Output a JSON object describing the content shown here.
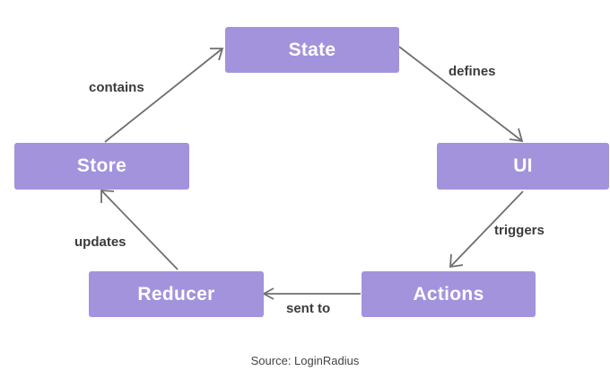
{
  "diagram": {
    "nodes": {
      "state": "State",
      "ui": "UI",
      "actions": "Actions",
      "reducer": "Reducer",
      "store": "Store"
    },
    "edges": {
      "state_to_ui": "defines",
      "ui_to_actions": "triggers",
      "actions_to_reducer": "sent to",
      "reducer_to_store": "updates",
      "store_to_state": "contains"
    },
    "colors": {
      "node_fill": "#a393dc",
      "arrow": "#6f6f6f"
    }
  },
  "caption": "Source: LoginRadius"
}
